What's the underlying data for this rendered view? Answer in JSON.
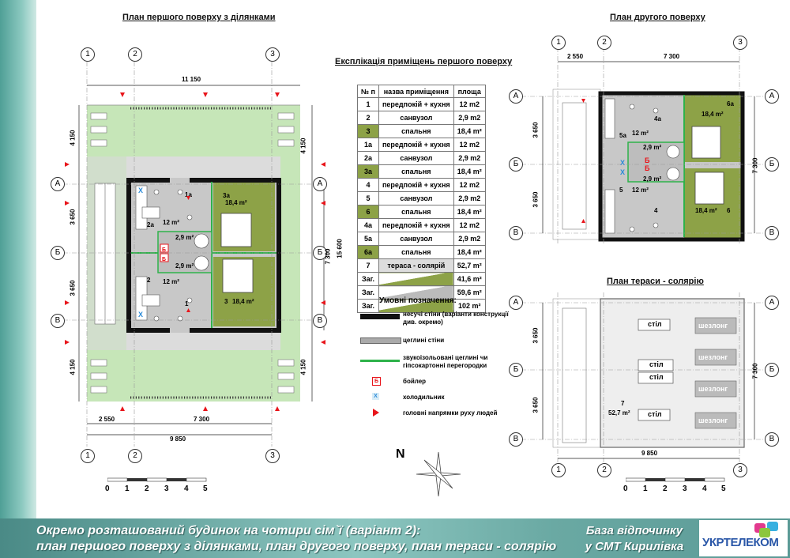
{
  "titles": {
    "plan1": "План першого поверху з ділянками",
    "plan2": "План другого поверху",
    "plan3": "План тераси - солярію",
    "explication": "Експлікація приміщень першого поверху"
  },
  "table": {
    "headers": [
      "№ п",
      "назва приміщення",
      "площа"
    ],
    "rows": [
      [
        "1",
        "передпокій + кухня",
        "12 m2"
      ],
      [
        "2",
        "санвузол",
        "2,9 m2"
      ],
      [
        "3",
        "спальня",
        "18,4 m²"
      ],
      [
        "1а",
        "передпокій + кухня",
        "12 m2"
      ],
      [
        "2а",
        "санвузол",
        "2,9 m2"
      ],
      [
        "3а",
        "спальня",
        "18,4 m²"
      ],
      [
        "4",
        "передпокій + кухня",
        "12 m2"
      ],
      [
        "5",
        "санвузол",
        "2,9 m2"
      ],
      [
        "6",
        "спальня",
        "18,4 m²"
      ],
      [
        "4а",
        "передпокій + кухня",
        "12 m2"
      ],
      [
        "5а",
        "санвузол",
        "2,9 m2"
      ],
      [
        "6а",
        "спальня",
        "18,4 m²"
      ],
      [
        "7",
        "тераса - солярій",
        "52,7 m²"
      ]
    ],
    "totals": [
      [
        "Заг.",
        "41,6 m²"
      ],
      [
        "Заг.",
        "59,6 m²"
      ],
      [
        "Заг.",
        "102 m²"
      ]
    ]
  },
  "legend": {
    "title": "Умовні позначення:",
    "items": [
      "несучі стіни (варіанти конструкції див. окремо)",
      "цеглині стіни",
      "звукоізольовані цеглині чи гіпсокартонні перегородки",
      "бойлер",
      "холодильник",
      "головні напрямки руху людей"
    ],
    "boiler_mark": "Б",
    "fridge_mark": "Х"
  },
  "plan1": {
    "axes_top": [
      "1",
      "2",
      "3"
    ],
    "axes_side": [
      "А",
      "Б",
      "В"
    ],
    "dims": {
      "total_top": "11 150",
      "bottom_a": "2 550",
      "bottom_b": "7 300",
      "bottom_total": "9 850",
      "left_1": "4 150",
      "left_2": "3 650",
      "left_3": "3 650",
      "left_4": "4 150",
      "right_total": "15 600",
      "right_inner": "7 300",
      "right_1": "4 150",
      "right_4": "4 150"
    },
    "rooms": [
      {
        "num": "1а",
        "area": "12 m²"
      },
      {
        "num": "2а",
        "area": "2,9 m²"
      },
      {
        "num": "3а",
        "area": "18,4 m²"
      },
      {
        "num": "1",
        "area": "12 m²"
      },
      {
        "num": "2",
        "area": "2,9 m²"
      },
      {
        "num": "3",
        "area": "18,4 m²"
      }
    ]
  },
  "plan2": {
    "axes_top": [
      "1",
      "2",
      "3"
    ],
    "axes_side": [
      "А",
      "Б",
      "В"
    ],
    "dims": {
      "top_a": "2 550",
      "top_b": "7 300",
      "left_1": "3 650",
      "left_2": "3 650",
      "right": "7 300"
    },
    "rooms": [
      {
        "num": "4а",
        "area": "12 m²"
      },
      {
        "num": "5а",
        "area": "2,9 m²"
      },
      {
        "num": "6а",
        "area": "18,4 m²"
      },
      {
        "num": "4",
        "area": "12 m²"
      },
      {
        "num": "5",
        "area": "2,9 m²"
      },
      {
        "num": "6",
        "area": "18,4 m²"
      }
    ]
  },
  "plan3": {
    "axes_side": [
      "А",
      "Б",
      "В"
    ],
    "axes_bottom": [
      "1",
      "2",
      "3"
    ],
    "dims": {
      "left_1": "3 650",
      "left_2": "3 650",
      "right": "7 300",
      "bottom": "9 850"
    },
    "labels": {
      "table": "стіл",
      "lounger": "шезлонг",
      "room": "7",
      "area": "52,7 m²"
    }
  },
  "scale": [
    "0",
    "1",
    "2",
    "3",
    "4",
    "5"
  ],
  "north": "N",
  "footer": {
    "line1": "Окремо розташований будинок на чотири сім`ї (варіант 2):",
    "line2": "план першого поверху з ділянками, план другого поверху, план тераси - солярію",
    "right1": "База відпочинку",
    "right2": "у СМТ Кирилівка",
    "logo": "УКРТЕЛЕКОМ"
  },
  "colors": {
    "garden": "#c6e6b8",
    "bedroom": "#8da247",
    "wall": "#111111",
    "floor": "#c8c8c8",
    "partition": "#2eb24a",
    "accent": "#e8151b"
  }
}
